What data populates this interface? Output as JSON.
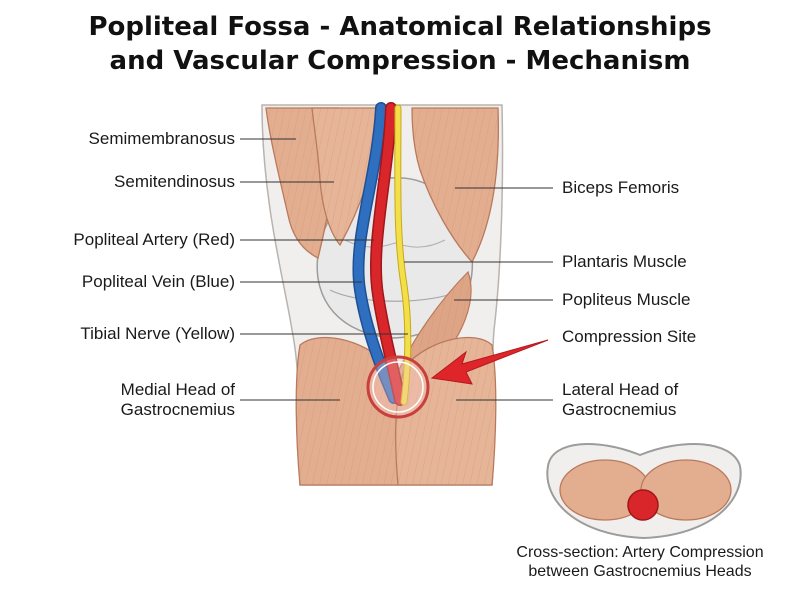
{
  "title": {
    "line1": "Popliteal Fossa - Anatomical Relationships",
    "line2": "and Vascular Compression - Mechanism"
  },
  "labels_left": {
    "semimembranosus": "Semimembranosus",
    "semitendinosus": "Semitendinosus",
    "popliteal_artery": "Popliteal Artery (Red)",
    "popliteal_vein": "Popliteal Vein (Blue)",
    "tibial_nerve": "Tibial Nerve (Yellow)",
    "medial_head_line1": "Medial Head of",
    "medial_head_line2": "Gastrocnemius"
  },
  "labels_right": {
    "biceps_femoris": "Biceps Femoris",
    "plantaris": "Plantaris Muscle",
    "popliteus": "Popliteus Muscle",
    "compression_site": "Compression Site",
    "lateral_head_line1": "Lateral Head of",
    "lateral_head_line2": "Gastrocnemius"
  },
  "cross_section": {
    "caption_line1": "Cross-section: Artery Compression",
    "caption_line2": "between Gastrocnemius Heads"
  },
  "colors": {
    "muscle": "#e3ad90",
    "artery": "#d9262b",
    "vein": "#2f6fc0",
    "nerve": "#f2df4a",
    "compression_ring": "#c8403d",
    "arrow": "#e0252a"
  }
}
